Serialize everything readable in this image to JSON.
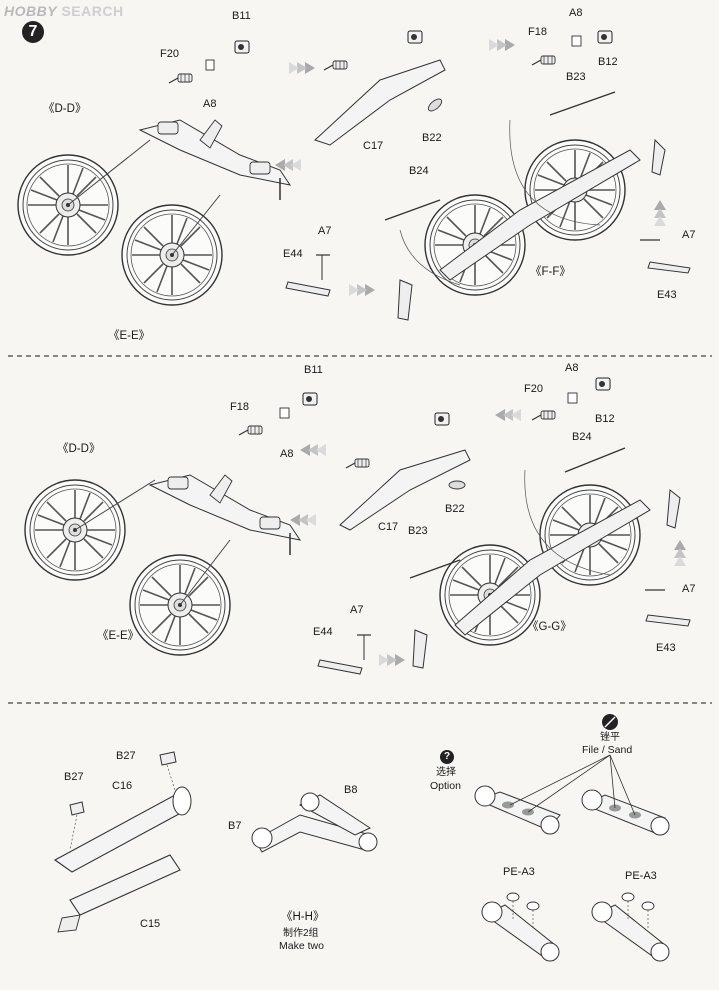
{
  "watermark": {
    "brand_a": "HOBBY",
    "brand_b": " SEARCH"
  },
  "step_number": "7",
  "section1": {
    "B11": "B11",
    "F20": "F20",
    "A8": "A8",
    "C17": "C17",
    "B22": "B22",
    "F18": "F18",
    "A8b": "A8",
    "B12": "B12",
    "B23": "B23",
    "B24": "B24",
    "DD": "《D-D》",
    "EE": "《E-E》",
    "A7": "A7",
    "E44": "E44",
    "FF": "《F-F》",
    "A7b": "A7",
    "E43": "E43"
  },
  "section2": {
    "B11": "B11",
    "F18": "F18",
    "A8": "A8",
    "F20": "F20",
    "A8b": "A8",
    "B12": "B12",
    "DD": "《D-D》",
    "B24": "B24",
    "C17": "C17",
    "B22": "B22",
    "B23": "B23",
    "EE": "《E-E》",
    "A7": "A7",
    "E44": "E44",
    "GG": "《G-G》",
    "A7b": "A7",
    "E43": "E43"
  },
  "section3": {
    "B27a": "B27",
    "B27b": "B27",
    "C16": "C16",
    "C15": "C15",
    "B8": "B8",
    "B7": "B7",
    "HH": "《H-H》",
    "make_two_cn": "制作2组",
    "make_two_en": "Make two",
    "option_cn": "选择",
    "option_en": "Option",
    "file_cn": "锉平",
    "file_en": "File / Sand",
    "peA3a": "PE-A3",
    "peA3b": "PE-A3",
    "option_icon": "?"
  }
}
